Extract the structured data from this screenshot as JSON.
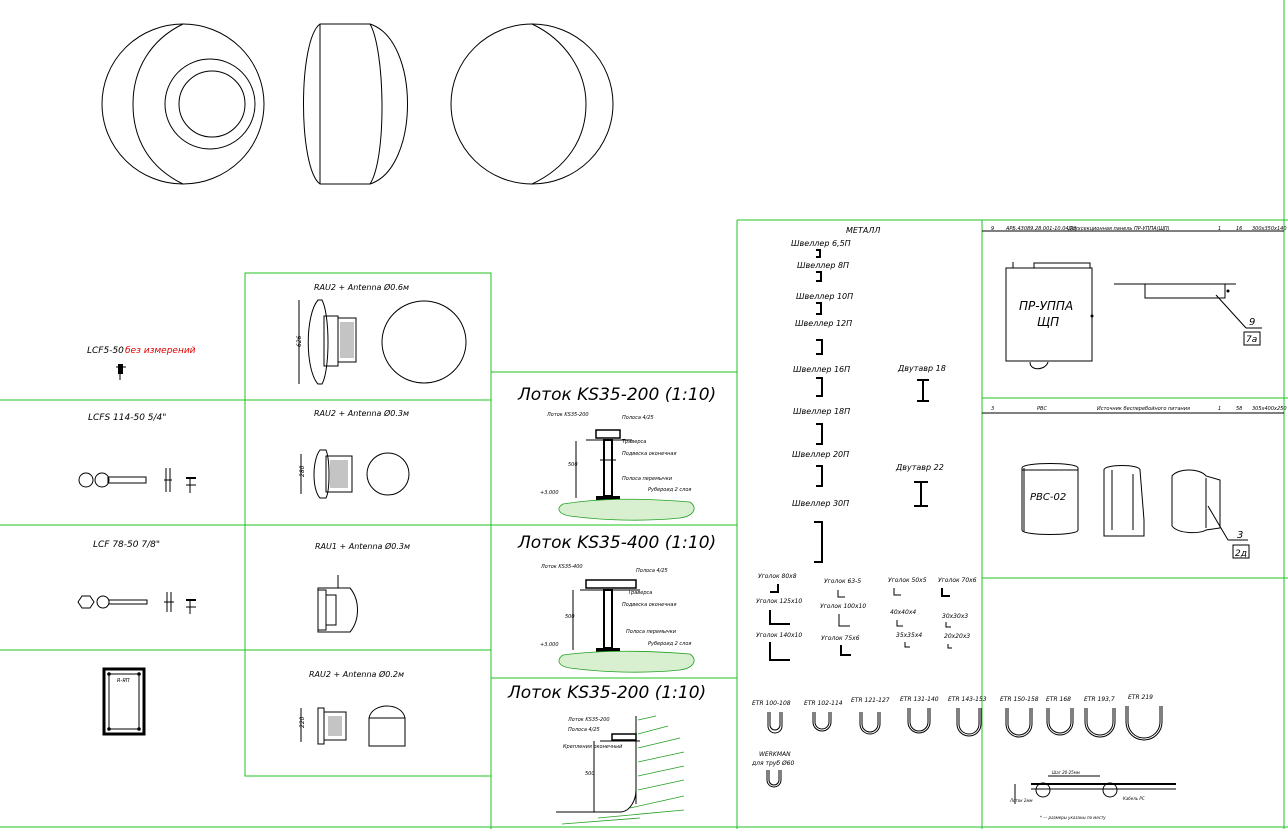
{
  "left_panels": {
    "lcf5": "LCF5-50",
    "lcf5_note": "без измерений",
    "lcfs": "LCFS 114-50 5/4\"",
    "lcf78": "LCF 78-50 7/8\"",
    "box_label": "R-ЯП"
  },
  "antennas": [
    {
      "label": "RAU2 + Antenna Ø0.6м",
      "dim": "626"
    },
    {
      "label": "RAU2 + Antenna Ø0.3м",
      "dim": "280"
    },
    {
      "label": "RAU1 + Antenna Ø0.3м",
      "dim": ""
    },
    {
      "label": "RAU2 + Antenna Ø0.2м",
      "dim": "220"
    }
  ],
  "trays": [
    {
      "title": "Лоток KS35-200 (1:10)",
      "tag": "Лоток KS35-200",
      "stand": "Полоса 4/25",
      "labels": [
        "Траверса",
        "Подвеска оконечная",
        "Полоса перемычки",
        "Рубероид 2 слоя"
      ],
      "height": "500",
      "mark": "+3.000"
    },
    {
      "title": "Лоток KS35-400 (1:10)",
      "tag": "Лоток KS35-400",
      "stand": "Полоса 4/25",
      "labels": [
        "Траверса",
        "Подвеска оконечная",
        "Полоса перемычки",
        "Рубероид 2 слоя"
      ],
      "height": "500",
      "mark": "+3.000"
    },
    {
      "title": "Лоток KS35-200 (1:10)",
      "tag": "Лоток KS35-200",
      "stand": "Полоса 4/25",
      "labels": [
        "Крепления оконечный"
      ],
      "height": "500",
      "mark": ""
    }
  ],
  "metal": {
    "title": "МЕТАЛЛ",
    "channels": [
      "Швеллер 6,5П",
      "Швеллер 8П",
      "Швеллер 10П",
      "Швеллер 12П",
      "Швеллер 16П",
      "Швеллер 18П",
      "Швеллер 20П",
      "Швеллер 30П"
    ],
    "ibeams": [
      "Двутавр 18",
      "Двутавр 22"
    ],
    "angles": [
      "Уголок 80x8",
      "Уголок 63-5",
      "Уголок 50x5",
      "Уголок 70x6",
      "Уголок 125x10",
      "Уголок 100x10",
      "40x40x4",
      "30x30x3",
      "Уголок 140x10",
      "Уголок 75x6",
      "35x35x4",
      "20x20x3"
    ]
  },
  "etr": {
    "items": [
      "ETR 100-108",
      "ETR 102-114",
      "ETR 121-127",
      "ETR 131-140",
      "ETR 143-153",
      "ETR 150-158",
      "ETR 168",
      "ETR 193,7",
      "ETR 219"
    ],
    "werkman": "WERKMAN",
    "werkman_sub": "для труб Ø60"
  },
  "spec_rows": [
    {
      "pos": "9",
      "code": "АРБ.43089.28.001-10.04 РЭ",
      "name": "Двухсекционная панель ПР-УППА(ЩП)",
      "qty": "1",
      "a": "16",
      "b": "300x350x140"
    },
    {
      "pos": "3",
      "code": "РВС",
      "name": "Источник бесперебойного питания",
      "qty": "1",
      "a": "58",
      "b": "305x400x250"
    }
  ],
  "details": {
    "panel_line1": "ПР-УППА",
    "panel_line2": "ЩП",
    "ref1_num": "9",
    "ref1_tag": "7а",
    "rvs_label": "РВС-02",
    "ref2_num": "3",
    "ref2_tag": "2д",
    "rail_note": "* — размеры указаны по месту",
    "rail_top": "Шаг 20-25мм",
    "rail_left": "Лоток 2мм",
    "rail_right": "Кабель РС"
  },
  "colors": {
    "frame": "#22c322",
    "accent_red": "#e00000",
    "ground": "#d8f0d0"
  }
}
